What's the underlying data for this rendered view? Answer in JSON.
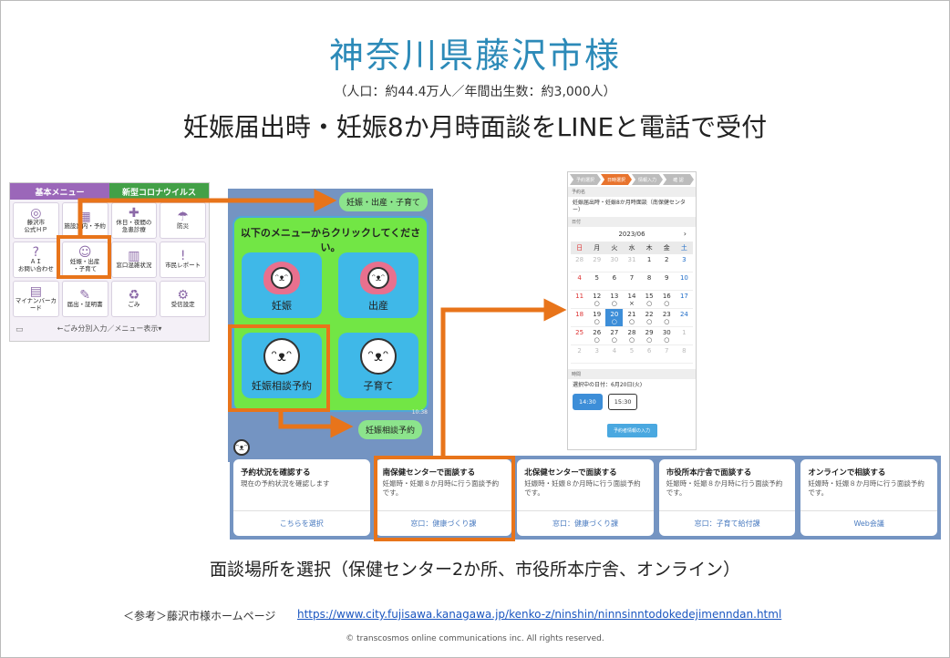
{
  "title": "神奈川県藤沢市様",
  "subtitle": "（人口：約44.4万人／年間出生数：約3,000人）",
  "heading": "妊娠届出時・妊娠8か月時面談をLINEと電話で受付",
  "rich_menu": {
    "tab_basic": "基本メニュー",
    "tab_covid": "新型コロナウイルス",
    "items": [
      {
        "label": "藤沢市\n公式ＨＰ",
        "icon": "city-seal-icon",
        "glyph": "◎"
      },
      {
        "label": "施設案内・予約",
        "icon": "building-icon",
        "glyph": "▦"
      },
      {
        "label": "休日・夜間の\n急患診療",
        "icon": "lightbulb-icon",
        "glyph": "✚"
      },
      {
        "label": "防災",
        "icon": "umbrella-icon",
        "glyph": "☂"
      },
      {
        "label": "ＡＩ\nお問い合わせ",
        "icon": "question-icon",
        "glyph": "?"
      },
      {
        "label": "妊娠・出産\n・子育て",
        "icon": "baby-icon",
        "glyph": "☺"
      },
      {
        "label": "窓口混雑状況",
        "icon": "congestion-icon",
        "glyph": "▥"
      },
      {
        "label": "市民レポート",
        "icon": "report-icon",
        "glyph": "!"
      },
      {
        "label": "マイナンバーカード",
        "icon": "id-card-icon",
        "glyph": "▤"
      },
      {
        "label": "届出・証明書",
        "icon": "document-icon",
        "glyph": "✎"
      },
      {
        "label": "ごみ",
        "icon": "trash-icon",
        "glyph": "♻"
      },
      {
        "label": "受信設定",
        "icon": "gear-icon",
        "glyph": "⚙"
      }
    ],
    "bottom_bar": "←ごみ分別入力／メニュー表示▾",
    "keyboard_glyph": "▭"
  },
  "chat": {
    "bubble_top": "妊娠・出産・子育て",
    "menu_header": "以下のメニューからクリックしてください。",
    "buttons": [
      "妊娠",
      "出産",
      "妊娠相談予約",
      "子育て"
    ],
    "time": "10:38",
    "bubble_bottom": "妊娠相談予約"
  },
  "cards": [
    {
      "title": "予約状況を確認する",
      "desc": "現在の予約状況を確認します",
      "action": "こちらを選択"
    },
    {
      "title": "南保健センターで面談する",
      "desc": "妊娠時・妊娠８か月時に行う面談予約です。",
      "action": "窓口：健康づくり課"
    },
    {
      "title": "北保健センターで面談する",
      "desc": "妊娠時・妊娠８か月時に行う面談予約です。",
      "action": "窓口：健康づくり課"
    },
    {
      "title": "市役所本庁舎で面談する",
      "desc": "妊娠時・妊娠８か月時に行う面談予約です。",
      "action": "窓口：子育て給付課"
    },
    {
      "title": "オンラインで相談する",
      "desc": "妊娠時・妊娠８か月時に行う面談予約です。",
      "action": "Web会議"
    }
  ],
  "calendar": {
    "steps": [
      "予約選択",
      "日時選択",
      "情報入力",
      "確 認"
    ],
    "label_reservation": "予約名",
    "reservation_name": "妊娠届出時・妊娠8か月時面談（南保健センター）",
    "label_date": "日付",
    "month": "2023/06",
    "next_glyph": "›",
    "weekdays": [
      "日",
      "月",
      "火",
      "水",
      "木",
      "金",
      "土"
    ],
    "days": [
      {
        "d": "28",
        "m": "",
        "t": "dim"
      },
      {
        "d": "29",
        "m": "",
        "t": "dim"
      },
      {
        "d": "30",
        "m": "",
        "t": "dim"
      },
      {
        "d": "31",
        "m": "",
        "t": "dim"
      },
      {
        "d": "1",
        "m": "",
        "t": ""
      },
      {
        "d": "2",
        "m": "",
        "t": ""
      },
      {
        "d": "3",
        "m": "",
        "t": "sat"
      },
      {
        "d": "4",
        "m": "",
        "t": "sun"
      },
      {
        "d": "5",
        "m": "",
        "t": ""
      },
      {
        "d": "6",
        "m": "",
        "t": ""
      },
      {
        "d": "7",
        "m": "",
        "t": ""
      },
      {
        "d": "8",
        "m": "",
        "t": ""
      },
      {
        "d": "9",
        "m": "",
        "t": ""
      },
      {
        "d": "10",
        "m": "",
        "t": "sat"
      },
      {
        "d": "11",
        "m": "",
        "t": "sun"
      },
      {
        "d": "12",
        "m": "○",
        "t": ""
      },
      {
        "d": "13",
        "m": "○",
        "t": ""
      },
      {
        "d": "14",
        "m": "×",
        "t": ""
      },
      {
        "d": "15",
        "m": "○",
        "t": ""
      },
      {
        "d": "16",
        "m": "○",
        "t": ""
      },
      {
        "d": "17",
        "m": "",
        "t": "sat"
      },
      {
        "d": "18",
        "m": "",
        "t": "sun"
      },
      {
        "d": "19",
        "m": "○",
        "t": ""
      },
      {
        "d": "20",
        "m": "○",
        "t": "sel"
      },
      {
        "d": "21",
        "m": "○",
        "t": ""
      },
      {
        "d": "22",
        "m": "○",
        "t": ""
      },
      {
        "d": "23",
        "m": "○",
        "t": ""
      },
      {
        "d": "24",
        "m": "",
        "t": "sat"
      },
      {
        "d": "25",
        "m": "",
        "t": "sun"
      },
      {
        "d": "26",
        "m": "○",
        "t": ""
      },
      {
        "d": "27",
        "m": "○",
        "t": ""
      },
      {
        "d": "28",
        "m": "○",
        "t": ""
      },
      {
        "d": "29",
        "m": "○",
        "t": ""
      },
      {
        "d": "30",
        "m": "○",
        "t": ""
      },
      {
        "d": "1",
        "m": "",
        "t": "dim"
      },
      {
        "d": "2",
        "m": "",
        "t": "dim"
      },
      {
        "d": "3",
        "m": "",
        "t": "dim"
      },
      {
        "d": "4",
        "m": "",
        "t": "dim"
      },
      {
        "d": "5",
        "m": "",
        "t": "dim"
      },
      {
        "d": "6",
        "m": "",
        "t": "dim"
      },
      {
        "d": "7",
        "m": "",
        "t": "dim"
      },
      {
        "d": "8",
        "m": "",
        "t": "dim"
      }
    ],
    "label_time": "時間",
    "selected_date": "選択中の日付：6月20日(火)",
    "times": [
      "14:30",
      "15:30"
    ],
    "next_button": "予約者情報の入力"
  },
  "caption": "面談場所を選択（保健センター2か所、市役所本庁舎、オンライン）",
  "reference_label": "＜参考＞藤沢市様ホームページ",
  "reference_url": "https://www.city.fujisawa.kanagawa.jp/kenko-z/ninshin/ninnsinntodokedejimenndan.html",
  "copyright": "© transcosmos online communications inc.  All rights reserved.",
  "colors": {
    "title": "#2c8ab8",
    "highlight": "#e8741a",
    "chat_bg": "#7494c2",
    "menu_green": "#72e645",
    "button_blue": "#3fb8e8"
  }
}
